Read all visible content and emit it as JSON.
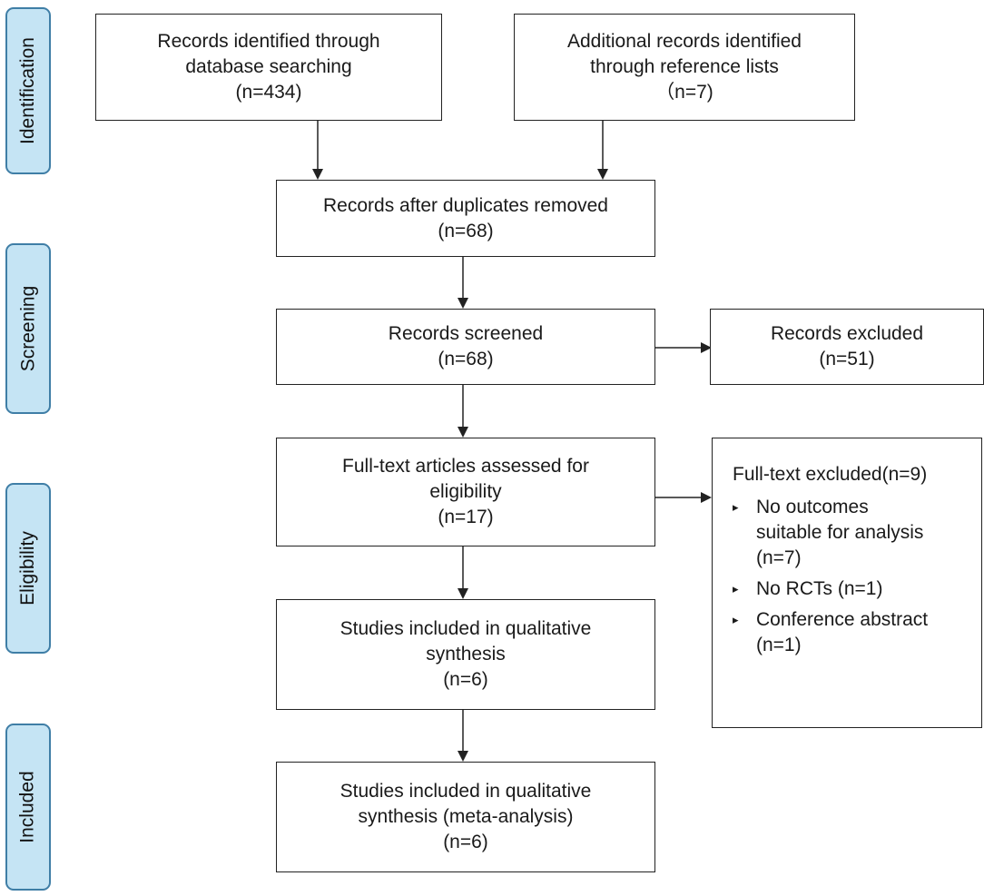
{
  "stages": {
    "identification": "Identification",
    "screening": "Screening",
    "eligibility": "Eligibility",
    "included": "Included"
  },
  "boxes": {
    "database": {
      "lines": [
        "Records identified through",
        "database searching",
        "(n=434)"
      ]
    },
    "additional": {
      "lines": [
        "Additional records identified",
        "through reference lists",
        "（n=7)"
      ]
    },
    "duplicates": {
      "lines": [
        "Records after duplicates removed",
        "(n=68)"
      ]
    },
    "screened": {
      "lines": [
        "Records screened",
        "(n=68)"
      ]
    },
    "excluded": {
      "lines": [
        "Records excluded",
        "(n=51)"
      ]
    },
    "fulltext": {
      "lines": [
        "Full-text articles assessed for",
        "eligibility",
        "(n=17)"
      ]
    },
    "qualitative": {
      "lines": [
        "Studies included in qualitative",
        "synthesis",
        "(n=6)"
      ]
    },
    "meta": {
      "lines": [
        "Studies included in qualitative",
        "synthesis (meta-analysis)",
        "(n=6)"
      ]
    }
  },
  "fulltext_excluded": {
    "heading": "Full-text excluded(n=9)",
    "bullet": "▸",
    "items": [
      {
        "lines": [
          "No outcomes",
          "suitable for analysis",
          "(n=7)"
        ]
      },
      {
        "lines": [
          "No RCTs (n=1)"
        ]
      },
      {
        "lines": [
          "Conference abstract",
          "(n=1)"
        ]
      }
    ]
  }
}
